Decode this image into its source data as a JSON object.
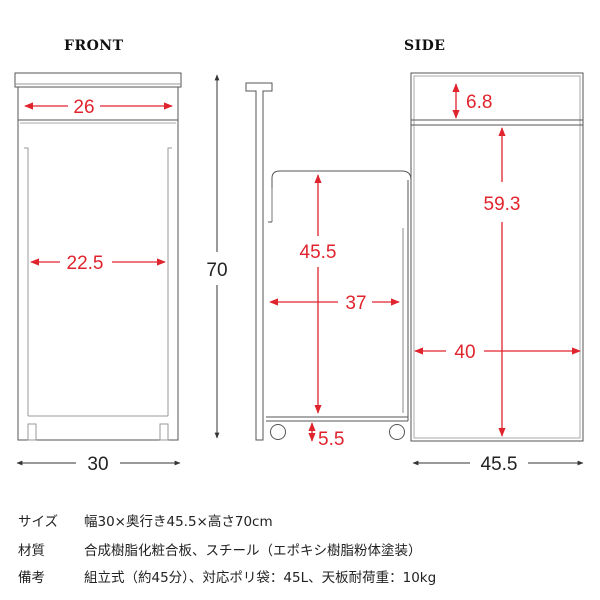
{
  "views": {
    "front_label": "FRONT",
    "side_label": "SIDE"
  },
  "dimensions": {
    "front_top_width": "26",
    "front_inner_width": "22.5",
    "total_height": "70",
    "total_width": "30",
    "inner_height": "45.5",
    "inner_depth": "37",
    "caster_height": "5.5",
    "top_section_height": "6.8",
    "side_panel_height": "59.3",
    "side_inner_depth": "40",
    "total_depth": "45.5"
  },
  "colors": {
    "dimension_red": "#e0242d",
    "outline": "#555555"
  },
  "specs": [
    {
      "key": "サイズ",
      "value": "幅30×奥行き45.5×高さ70cm"
    },
    {
      "key": "材質",
      "value": "合成樹脂化粧合板、スチール（エポキシ樹脂粉体塗装）"
    },
    {
      "key": "備考",
      "value": "組立式（約45分）、対応ポリ袋：45L、天板耐荷重：10kg"
    }
  ]
}
